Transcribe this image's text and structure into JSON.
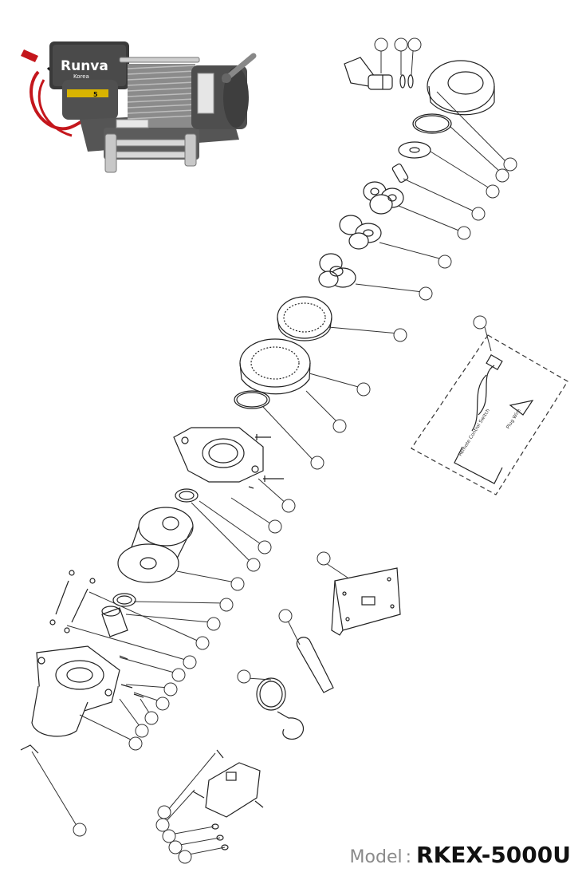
{
  "product_photo": {
    "brand": "Runva",
    "brand_sub": "Korea",
    "size_mark": "5"
  },
  "remote_kit": {
    "switch_label": "Remote Control Switch",
    "plug_label": "Plug Wire"
  },
  "model": {
    "label": "Model",
    "separator": ":",
    "value": "RKEX-5000U"
  }
}
